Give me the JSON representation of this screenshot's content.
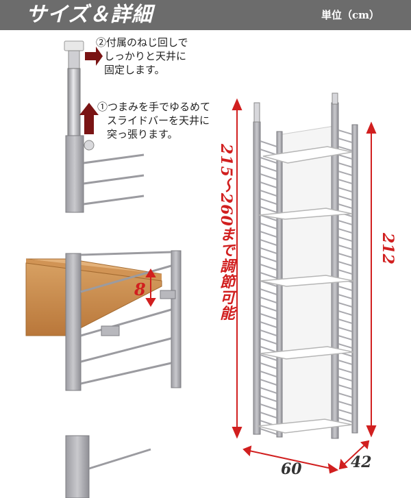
{
  "header": {
    "title": "サイズ＆詳細",
    "unit": "単位（cm）"
  },
  "notes": {
    "screw": [
      "②付属のねじ回しで",
      "しっかりと天井に",
      "固定します。"
    ],
    "knob": [
      "①つまみを手でゆるめて",
      "スライドバーを天井に",
      "突っ張ります。"
    ]
  },
  "dimensions": {
    "height_range": "215～260まで調節可能",
    "height": "212",
    "width": "60",
    "depth": "42",
    "shelf_pitch": "8"
  },
  "colors": {
    "header_bg": "#6c6c6c",
    "accent_red": "#d11f1f",
    "arrow_dark_red": "#7a1414",
    "metal": "#a9a9ae",
    "wood": "#c8894a"
  }
}
